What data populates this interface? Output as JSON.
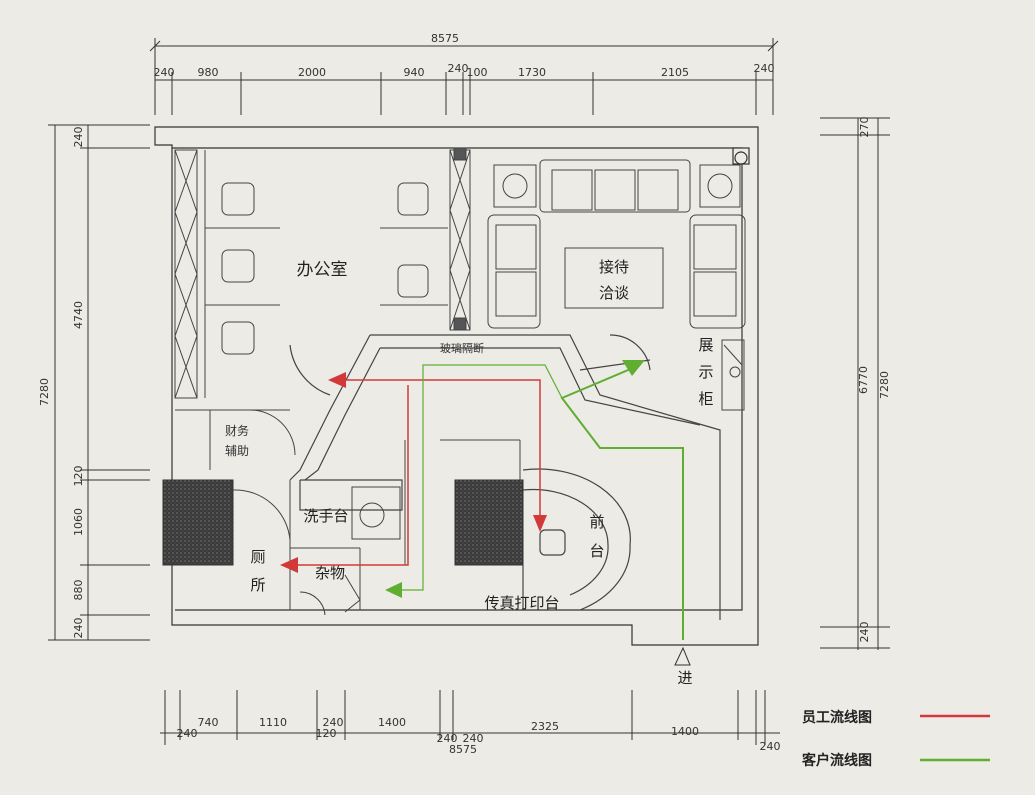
{
  "dimensions": {
    "top_total": "8575",
    "top_segments": [
      "240",
      "980",
      "2000",
      "940",
      "240",
      "100",
      "1730",
      "2105",
      "240"
    ],
    "bottom_total": "8575",
    "bottom_segments": [
      "740",
      "1110",
      "240",
      "1400",
      "240",
      "2325",
      "1400",
      "240"
    ],
    "bottom_small": [
      "240",
      "120",
      "240"
    ],
    "left_total": "7280",
    "left_segments": [
      "240",
      "4740",
      "120",
      "1060",
      "880",
      "240"
    ],
    "right_total": "7280",
    "right_inner": "6770",
    "right_top": "270",
    "right_bottom": "240"
  },
  "rooms": {
    "office": "办公室",
    "reception_line1": "接待",
    "reception_line2": "洽谈",
    "display_1": "展",
    "display_2": "示",
    "display_3": "柜",
    "finance_line1": "财务",
    "finance_line2": "辅助",
    "washbasin": "洗手台",
    "toilet_1": "厕",
    "toilet_2": "所",
    "storage": "杂物",
    "front_desk_1": "前",
    "front_desk_2": "台",
    "fax_printer": "传真打印台",
    "partition": "玻璃隔断",
    "entrance": "进"
  },
  "legend": {
    "staff_flow": "员工流线图",
    "customer_flow": "客户流线图",
    "staff_color": "#d23a3a",
    "customer_color": "#5fae32"
  }
}
